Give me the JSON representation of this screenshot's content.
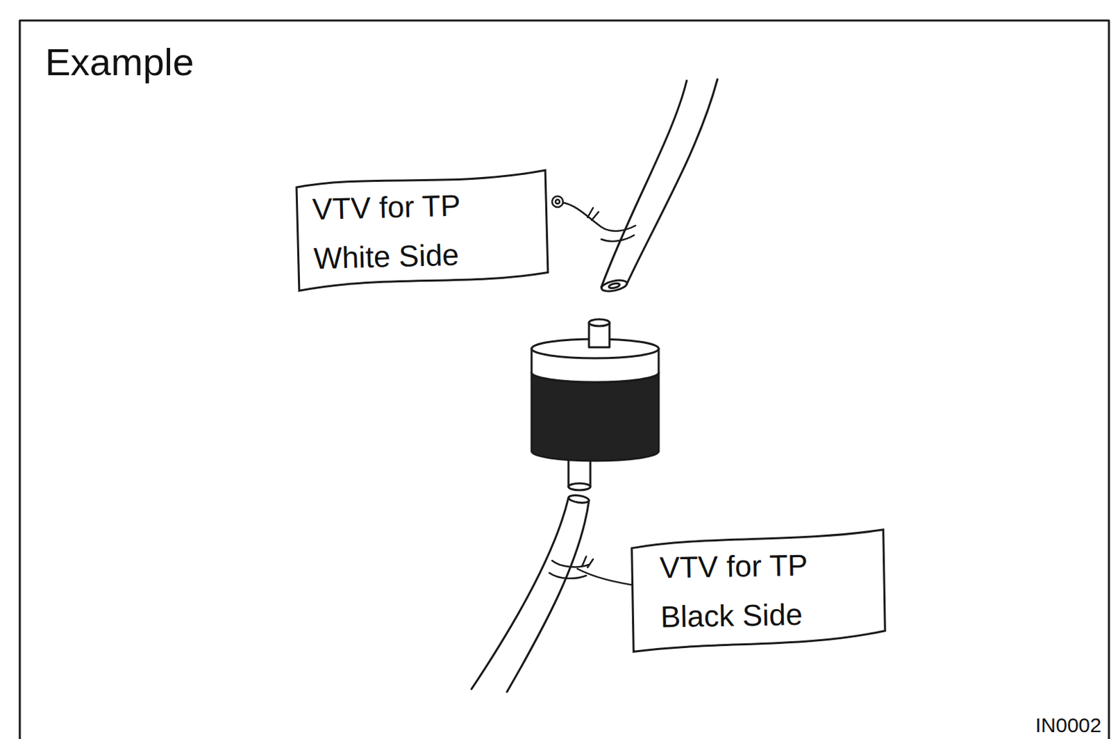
{
  "diagram": {
    "title": "Example",
    "nodes": [
      {
        "text": [
          "VTV for TP White Side"
        ]
      },
      {
        "text": [
          "VTV for TP Black Side"
        ]
      }
    ],
    "labels": [
      "IN0002"
    ]
  }
}
